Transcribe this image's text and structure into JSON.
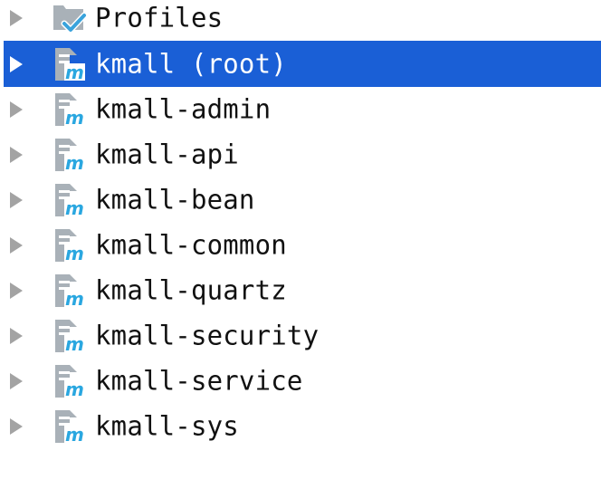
{
  "tree": {
    "profiles": {
      "label": "Profiles",
      "icon": "profiles-folder-check-icon"
    },
    "modules": [
      {
        "label": "kmall (root)",
        "selected": true,
        "icon": "maven-module-icon"
      },
      {
        "label": "kmall-admin",
        "selected": false,
        "icon": "maven-module-icon"
      },
      {
        "label": "kmall-api",
        "selected": false,
        "icon": "maven-module-icon"
      },
      {
        "label": "kmall-bean",
        "selected": false,
        "icon": "maven-module-icon"
      },
      {
        "label": "kmall-common",
        "selected": false,
        "icon": "maven-module-icon"
      },
      {
        "label": "kmall-quartz",
        "selected": false,
        "icon": "maven-module-icon"
      },
      {
        "label": "kmall-security",
        "selected": false,
        "icon": "maven-module-icon"
      },
      {
        "label": "kmall-service",
        "selected": false,
        "icon": "maven-module-icon"
      },
      {
        "label": "kmall-sys",
        "selected": false,
        "icon": "maven-module-icon"
      }
    ]
  },
  "colors": {
    "selection": "#1a5fd6",
    "arrow": "#a3a3a3",
    "icon_gray": "#a9b1b8",
    "icon_m": "#2aa7e0",
    "check": "#3aa3dc"
  }
}
